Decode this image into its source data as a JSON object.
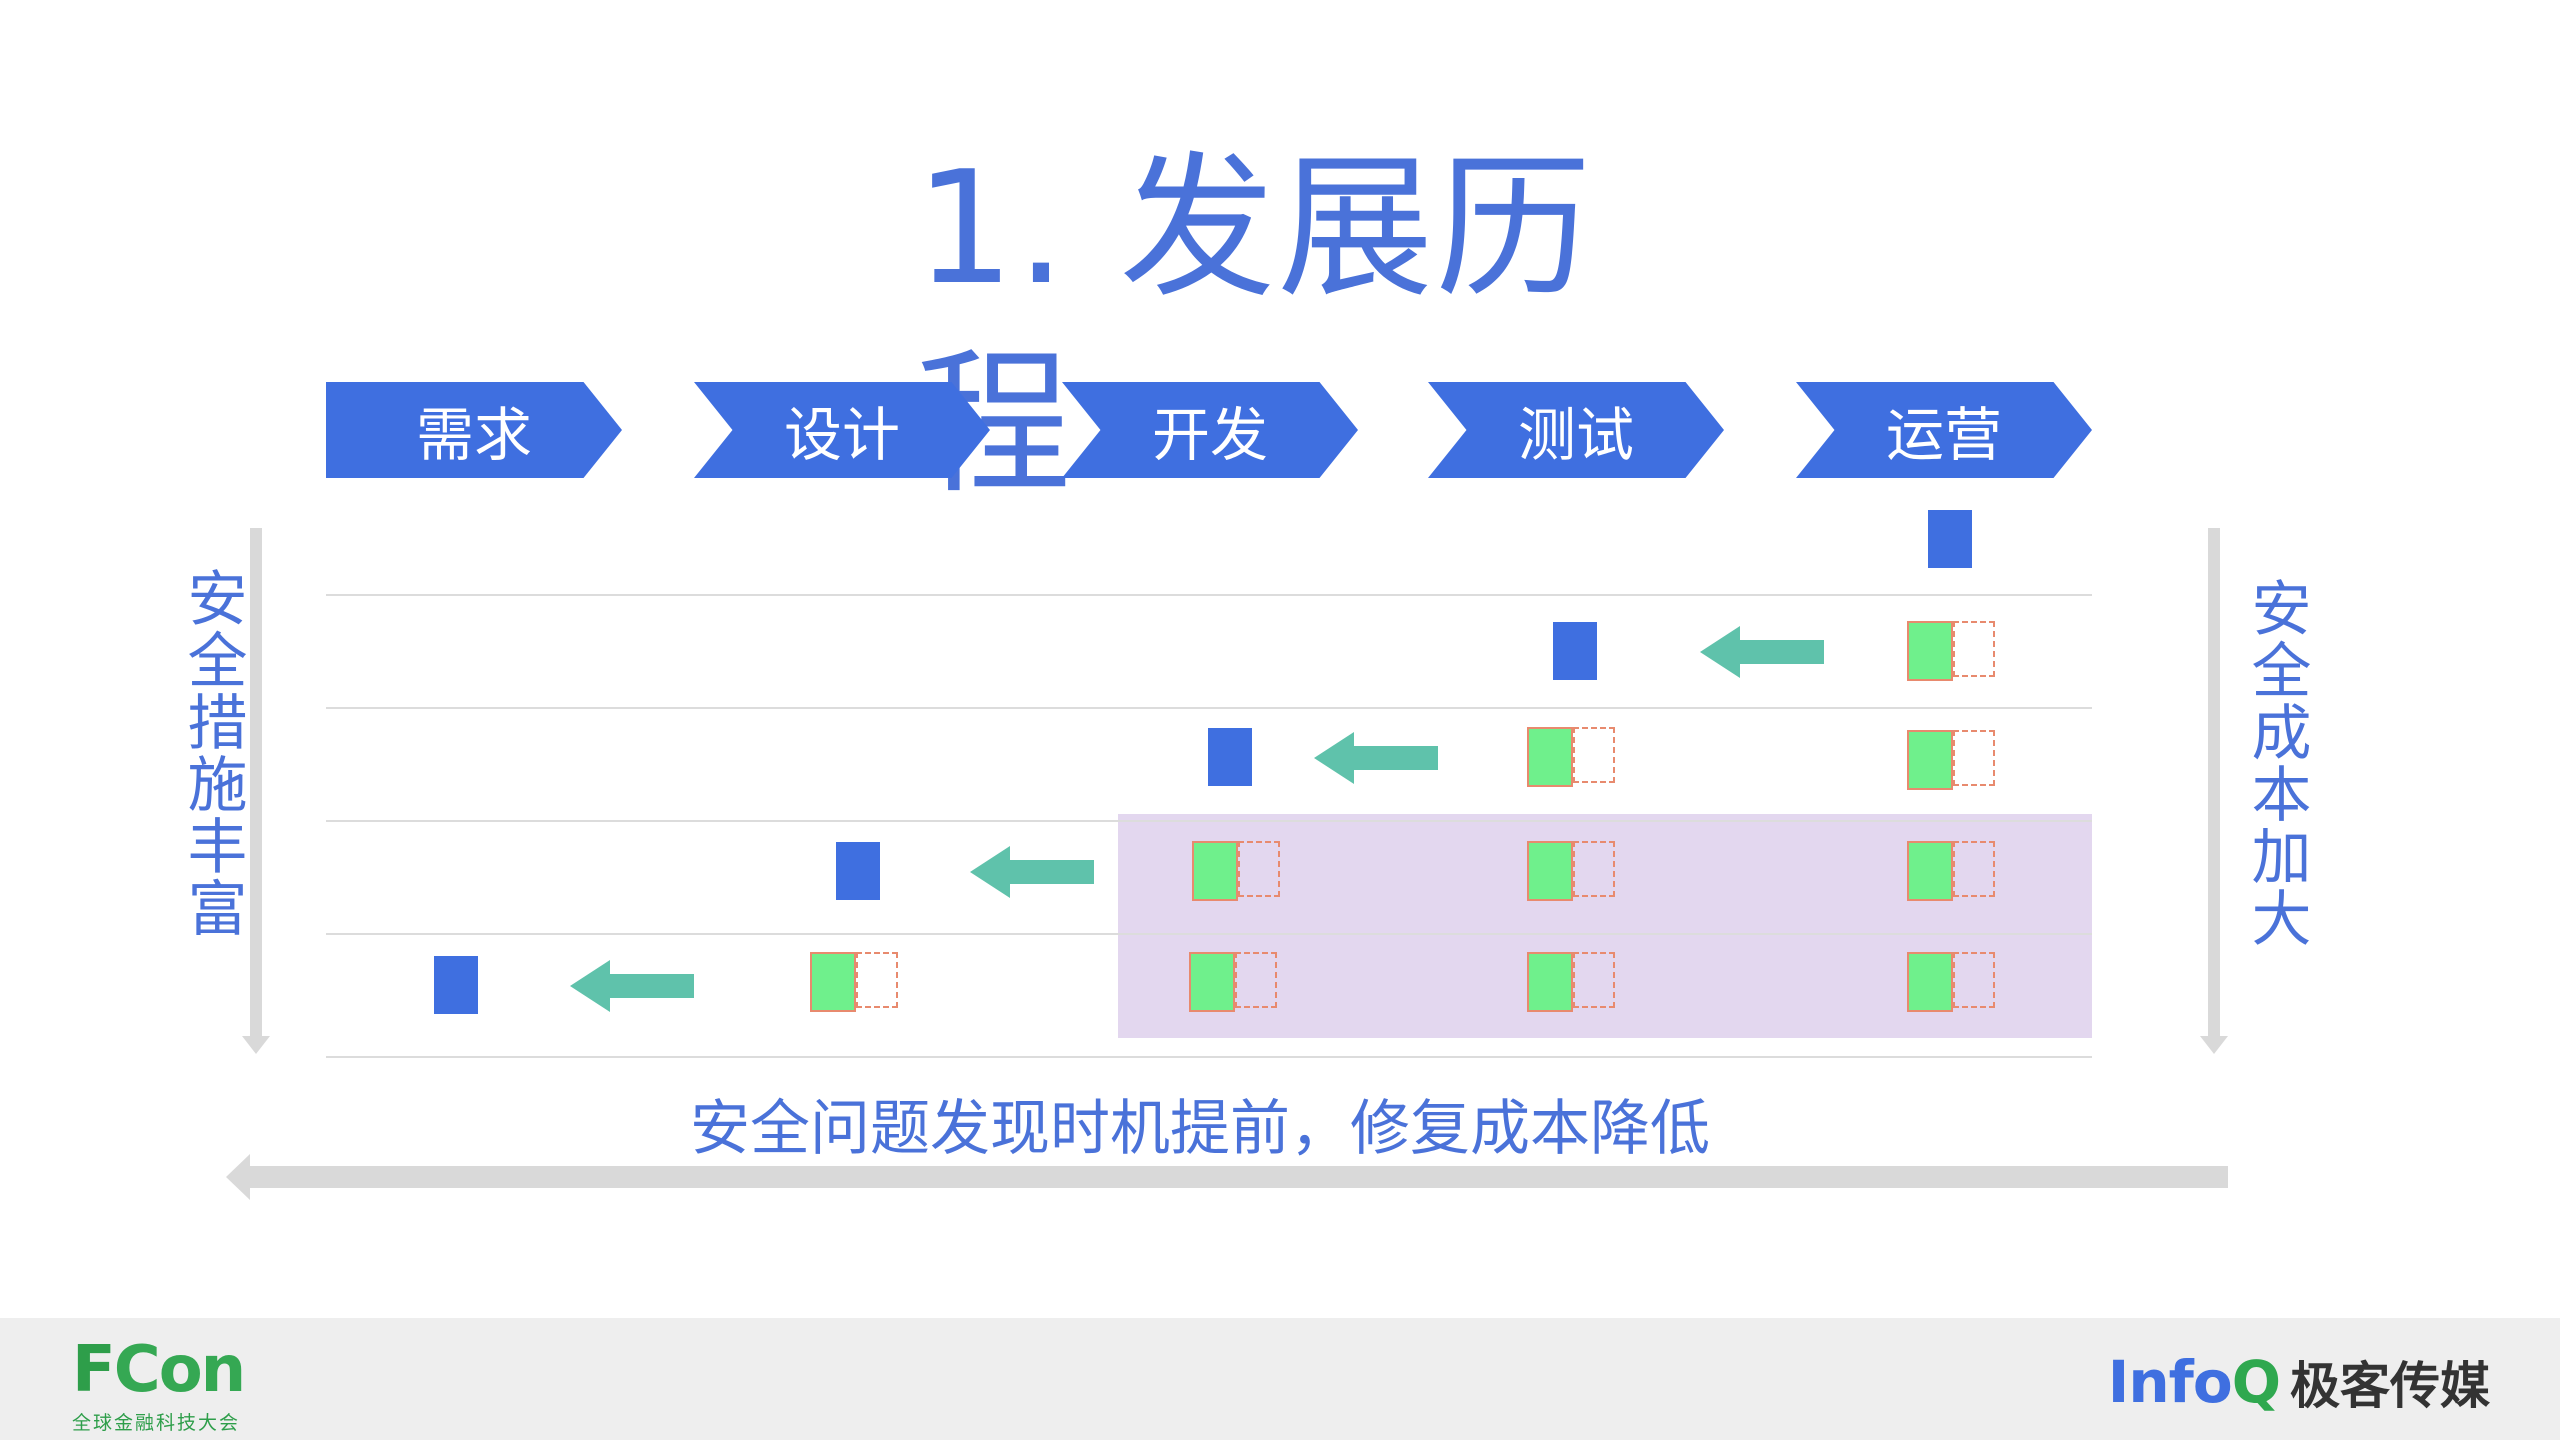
{
  "slide": {
    "title": "1. 发展历程",
    "stages": [
      "需求",
      "设计",
      "开发",
      "测试",
      "运营"
    ],
    "left_label": "安全措施丰富",
    "right_label": "安全成本加大",
    "bottom_caption": "安全问题发现时机提前，修复成本降低"
  },
  "footer": {
    "fcon_logo_f": "F",
    "fcon_logo_rest": "Con",
    "fcon_sub": "全球金融科技大会",
    "infoq_logo_main": "Info",
    "infoq_logo_q": "Q",
    "infoq_cn": "极客传媒"
  },
  "colors": {
    "accent_blue": "#3f6fe0",
    "text_blue": "#4a72d9",
    "arrow_teal": "#5fc2ab",
    "fix_green": "#6ff08c",
    "shade_purple": "#e3d7ef"
  }
}
